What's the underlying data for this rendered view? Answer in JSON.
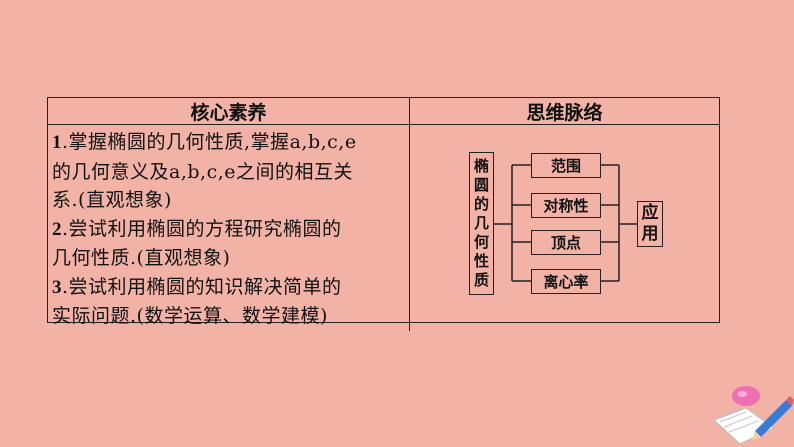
{
  "table": {
    "header_left": "核心素养",
    "header_right": "思维脉络",
    "items": [
      {
        "num": "1",
        "lines": [
          ".掌握椭圆的几何性质,掌握a,b,c,e",
          "的几何意义及a,b,c,e之间的相互关",
          "系.(直观想象)"
        ]
      },
      {
        "num": "2",
        "lines": [
          ".尝试利用椭圆的方程研究椭圆的",
          "几何性质.(直观想象)"
        ]
      },
      {
        "num": "3",
        "lines": [
          ".尝试利用椭圆的知识解决简单的",
          "实际问题.(数学运算、数学建模)"
        ]
      }
    ]
  },
  "diagram": {
    "root": [
      "椭",
      "圆",
      "的",
      "几",
      "何",
      "性",
      "质"
    ],
    "branches": [
      "范围",
      "对称性",
      "顶点",
      "离心率"
    ],
    "target": [
      "应",
      "用"
    ]
  }
}
